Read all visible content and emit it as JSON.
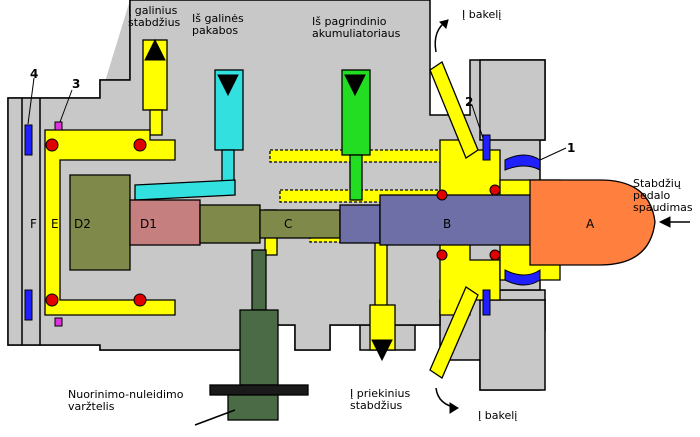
{
  "labels": {
    "rear_brakes": [
      "Į galinius",
      "stabdžius"
    ],
    "from_rear_suspension": [
      "Iš galinės",
      "pakabos"
    ],
    "from_main_accumulator": [
      "Iš pagrindinio",
      "akumuliatoriaus"
    ],
    "to_tank_top": "Į bakelį",
    "to_tank_bottom": "Į bakelį",
    "pedal": [
      "Stabdžių",
      "pedalo",
      "spaudimas"
    ],
    "front_brakes": [
      "Į priekinius",
      "stabdžius"
    ],
    "bleed_screw": [
      "Nuorinimo-nuleidimo",
      "varžtelis"
    ]
  },
  "parts": {
    "A": "A",
    "B": "B",
    "C": "C",
    "D1": "D1",
    "D2": "D2",
    "E": "E",
    "F": "F"
  },
  "numbers": {
    "n1": "1",
    "n2": "2",
    "n3": "3",
    "n4": "4"
  },
  "colors": {
    "body": "#c8c8c8",
    "yellow": "#ffff00",
    "cyan": "#33e0e0",
    "green": "#22dd22",
    "orange": "#ff7f3f",
    "piston_blue": "#6f6fa8",
    "piston_pink": "#c67f7f",
    "piston_olive": "#7f8a4a",
    "bleed_green": "#4b6b46",
    "seal_red": "#e00000",
    "seal_blue": "#2020ff",
    "seal_magenta": "#dd33dd"
  }
}
